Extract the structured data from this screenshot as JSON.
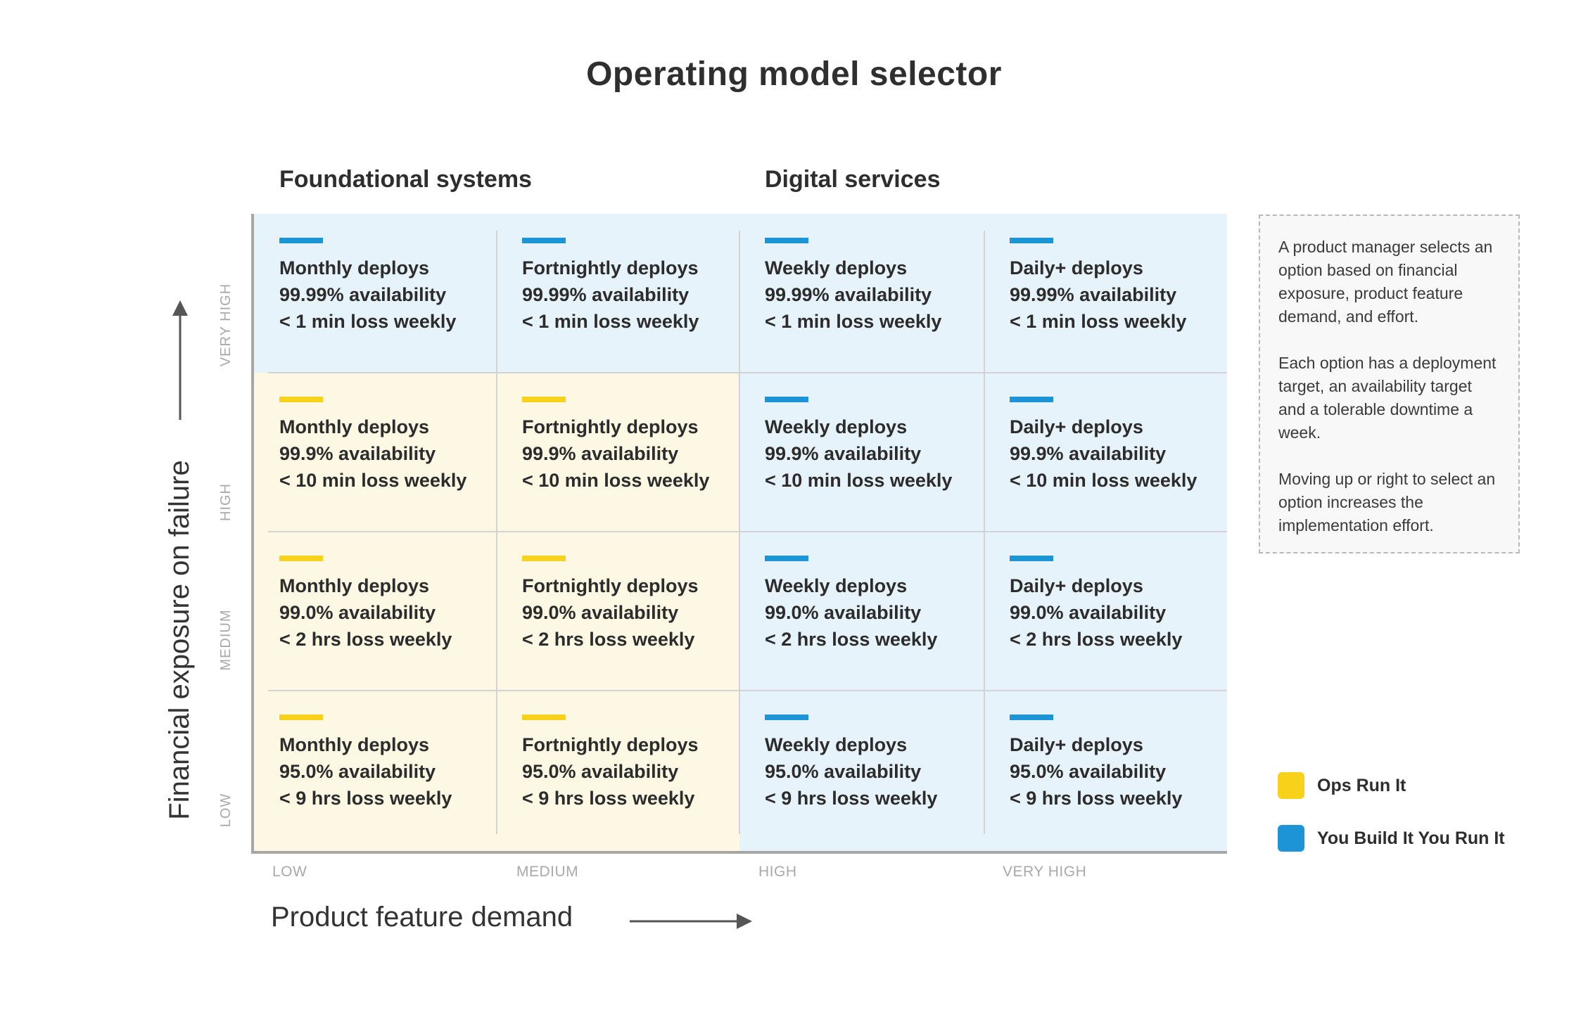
{
  "title": "Operating model selector",
  "sections": [
    "Foundational systems",
    "Digital services"
  ],
  "colors": {
    "ops_run_it": "#f8d11a",
    "you_build_it": "#1c94d6",
    "blue_bg": "#e7f3fb",
    "yellow_bg": "#fdf8e3"
  },
  "axes": {
    "y_title": "Financial exposure on failure",
    "x_title": "Product feature demand",
    "y_levels": [
      "VERY HIGH",
      "HIGH",
      "MEDIUM",
      "LOW"
    ],
    "x_levels": [
      "LOW",
      "MEDIUM",
      "HIGH",
      "VERY HIGH"
    ]
  },
  "rows": [
    {
      "availability": "99.99% availability",
      "loss": "< 1 min loss weekly",
      "cells": [
        {
          "deploy": "Monthly deploys",
          "model": "you_build_it"
        },
        {
          "deploy": "Fortnightly deploys",
          "model": "you_build_it"
        },
        {
          "deploy": "Weekly deploys",
          "model": "you_build_it"
        },
        {
          "deploy": "Daily+ deploys",
          "model": "you_build_it"
        }
      ]
    },
    {
      "availability": "99.9% availability",
      "loss": "< 10 min loss weekly",
      "cells": [
        {
          "deploy": "Monthly deploys",
          "model": "ops_run_it"
        },
        {
          "deploy": "Fortnightly deploys",
          "model": "ops_run_it"
        },
        {
          "deploy": "Weekly deploys",
          "model": "you_build_it"
        },
        {
          "deploy": "Daily+ deploys",
          "model": "you_build_it"
        }
      ]
    },
    {
      "availability": "99.0% availability",
      "loss": "< 2 hrs loss weekly",
      "cells": [
        {
          "deploy": "Monthly deploys",
          "model": "ops_run_it"
        },
        {
          "deploy": "Fortnightly deploys",
          "model": "ops_run_it"
        },
        {
          "deploy": "Weekly deploys",
          "model": "you_build_it"
        },
        {
          "deploy": "Daily+ deploys",
          "model": "you_build_it"
        }
      ]
    },
    {
      "availability": "95.0% availability",
      "loss": "< 9 hrs loss weekly",
      "cells": [
        {
          "deploy": "Monthly deploys",
          "model": "ops_run_it"
        },
        {
          "deploy": "Fortnightly deploys",
          "model": "ops_run_it"
        },
        {
          "deploy": "Weekly deploys",
          "model": "you_build_it"
        },
        {
          "deploy": "Daily+ deploys",
          "model": "you_build_it"
        }
      ]
    }
  ],
  "note": [
    "A product manager selects an option based on financial exposure, product feature demand, and effort.",
    "Each option has a deployment target, an availability target and a tolerable downtime a week.",
    "Moving up or right to select an option increases the implementation effort."
  ],
  "legend": [
    {
      "label": "Ops Run It",
      "color": "#f8d11a"
    },
    {
      "label": "You Build It You Run It",
      "color": "#1c94d6"
    }
  ]
}
